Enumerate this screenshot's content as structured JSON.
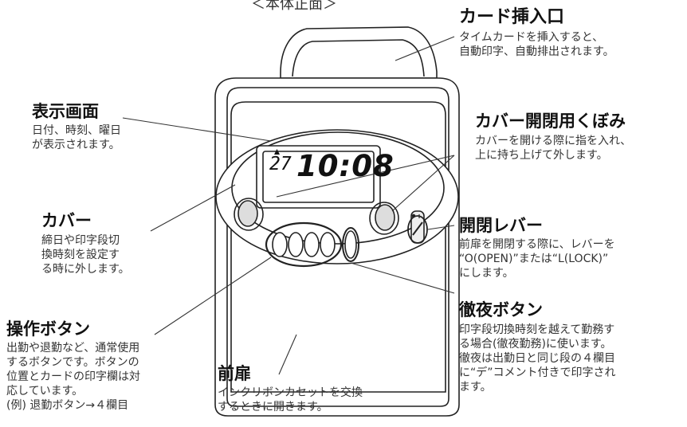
{
  "top_caption": "＜本体正面＞",
  "device": {
    "lcd_day": "27",
    "lcd_time": "10:08"
  },
  "callouts": {
    "card_slot": {
      "title": "カード挿入口",
      "lines": [
        "タイムカードを挿入すると、",
        "自動印字、自動排出されます。"
      ]
    },
    "display": {
      "title": "表示画面",
      "lines": [
        "日付、時刻、曜日",
        "が表示されます。"
      ]
    },
    "cover_recess": {
      "title": "カバー開閉用くぼみ",
      "lines": [
        "カバーを開ける際に指を入れ、",
        "上に持ち上げて外します。"
      ]
    },
    "cover": {
      "title": "カバー",
      "lines": [
        "締日や印字段切",
        "換時刻を設定す",
        "る時に外します。"
      ]
    },
    "lever": {
      "title": "開閉レバー",
      "lines": [
        "前扉を開閉する際に、レバーを",
        "“O(OPEN)”または“L(LOCK)”",
        "にします。"
      ]
    },
    "all_night": {
      "title": "徹夜ボタン",
      "lines": [
        "印字段切換時刻を越えて勤務す",
        "る場合(徹夜勤務)に使います。",
        "徹夜は出勤日と同じ段の４欄目",
        "に“デ”コメント付きで印字され",
        "ます。"
      ]
    },
    "operation": {
      "title": "操作ボタン",
      "lines": [
        "出勤や退勤など、通常使用",
        "するボタンです。ボタンの",
        "位置とカードの印字欄は対",
        "応しています。",
        "(例) 退勤ボタン→４欄目"
      ]
    },
    "front_door": {
      "title": "前扉",
      "lines": [
        "インクリボンカセットを交換",
        "するときに開きます。"
      ]
    }
  }
}
